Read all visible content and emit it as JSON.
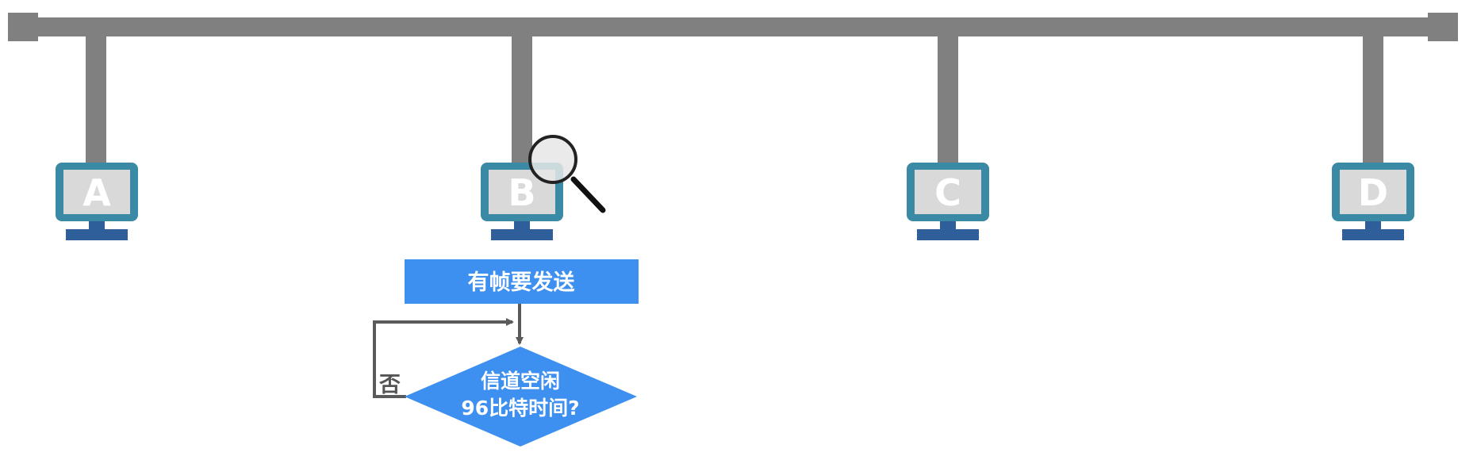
{
  "colors": {
    "bus": "#808080",
    "monitor_frame": "#3a8aa6",
    "monitor_screen": "#d9d9d9",
    "monitor_base": "#2f5f9a",
    "flow_fill": "#3d8ff0",
    "arrow": "#5a5a5a"
  },
  "stations": [
    {
      "label": "A"
    },
    {
      "label": "B"
    },
    {
      "label": "C"
    },
    {
      "label": "D"
    }
  ],
  "flowchart": {
    "start_box": "有帧要发送",
    "decision_line1": "信道空闲",
    "decision_line2": "96比特时间?",
    "no_label": "否"
  },
  "icons": {
    "magnifier": "magnifier-icon"
  }
}
